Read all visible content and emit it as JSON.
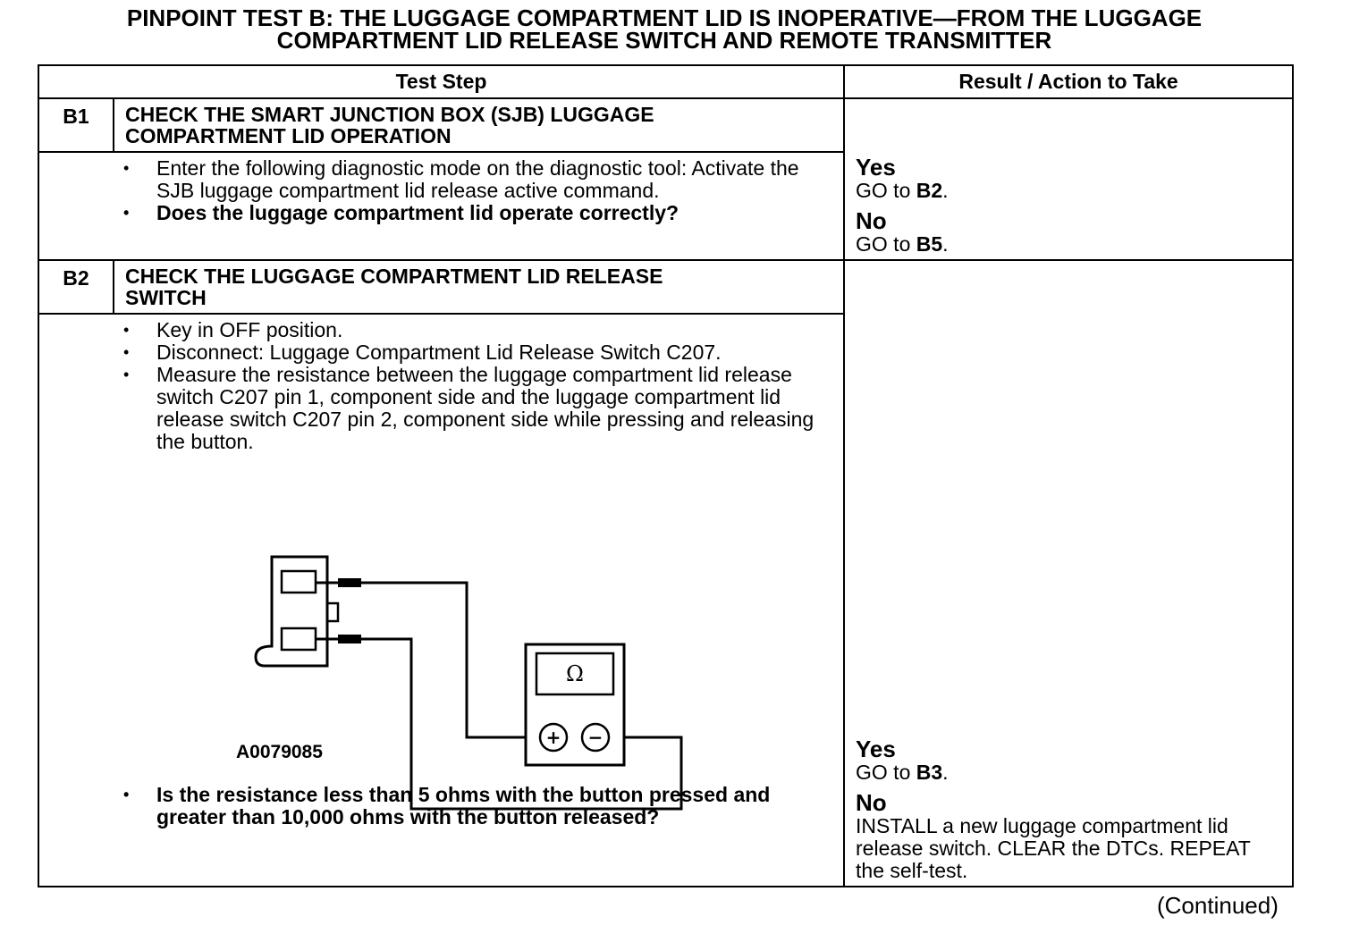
{
  "title_line1": "PINPOINT TEST  B: THE LUGGAGE COMPARTMENT LID IS INOPERATIVE—FROM THE LUGGAGE",
  "title_line2": "COMPARTMENT LID RELEASE SWITCH AND REMOTE TRANSMITTER",
  "headers": {
    "test_step": "Test Step",
    "result": "Result / Action to Take"
  },
  "b1": {
    "id": "B1",
    "heading_line1": "CHECK THE SMART JUNCTION BOX (SJB) LUGGAGE",
    "heading_line2": "COMPARTMENT LID OPERATION",
    "bullet1": "Enter the following diagnostic mode on the diagnostic tool: Activate the SJB luggage compartment lid release active command.",
    "bullet2": "Does the luggage compartment lid operate correctly?",
    "yes": "Yes",
    "yes_pre": "GO to ",
    "yes_ref": "B2",
    "no": "No",
    "no_pre": "GO to ",
    "no_ref": "B5"
  },
  "b2": {
    "id": "B2",
    "heading_line1": "CHECK THE LUGGAGE COMPARTMENT LID RELEASE",
    "heading_line2": "SWITCH",
    "bullet1": "Key in OFF position.",
    "bullet2": "Disconnect: Luggage Compartment Lid Release Switch C207.",
    "bullet3": "Measure the resistance between the luggage compartment lid release switch C207 pin 1, component side and the luggage compartment lid release switch C207 pin 2, component side while pressing and releasing the button.",
    "figure_id": "A0079085",
    "meter_symbol": "Ω",
    "plus": "+",
    "minus": "−",
    "question": "Is the resistance less than 5 ohms with the button pressed and greater than 10,000 ohms with the button released?",
    "yes": "Yes",
    "yes_pre": "GO to ",
    "yes_ref": "B3",
    "no": "No",
    "no_action": "INSTALL a new luggage compartment lid release switch. CLEAR the DTCs. REPEAT the self-test."
  },
  "continued": "(Continued)"
}
